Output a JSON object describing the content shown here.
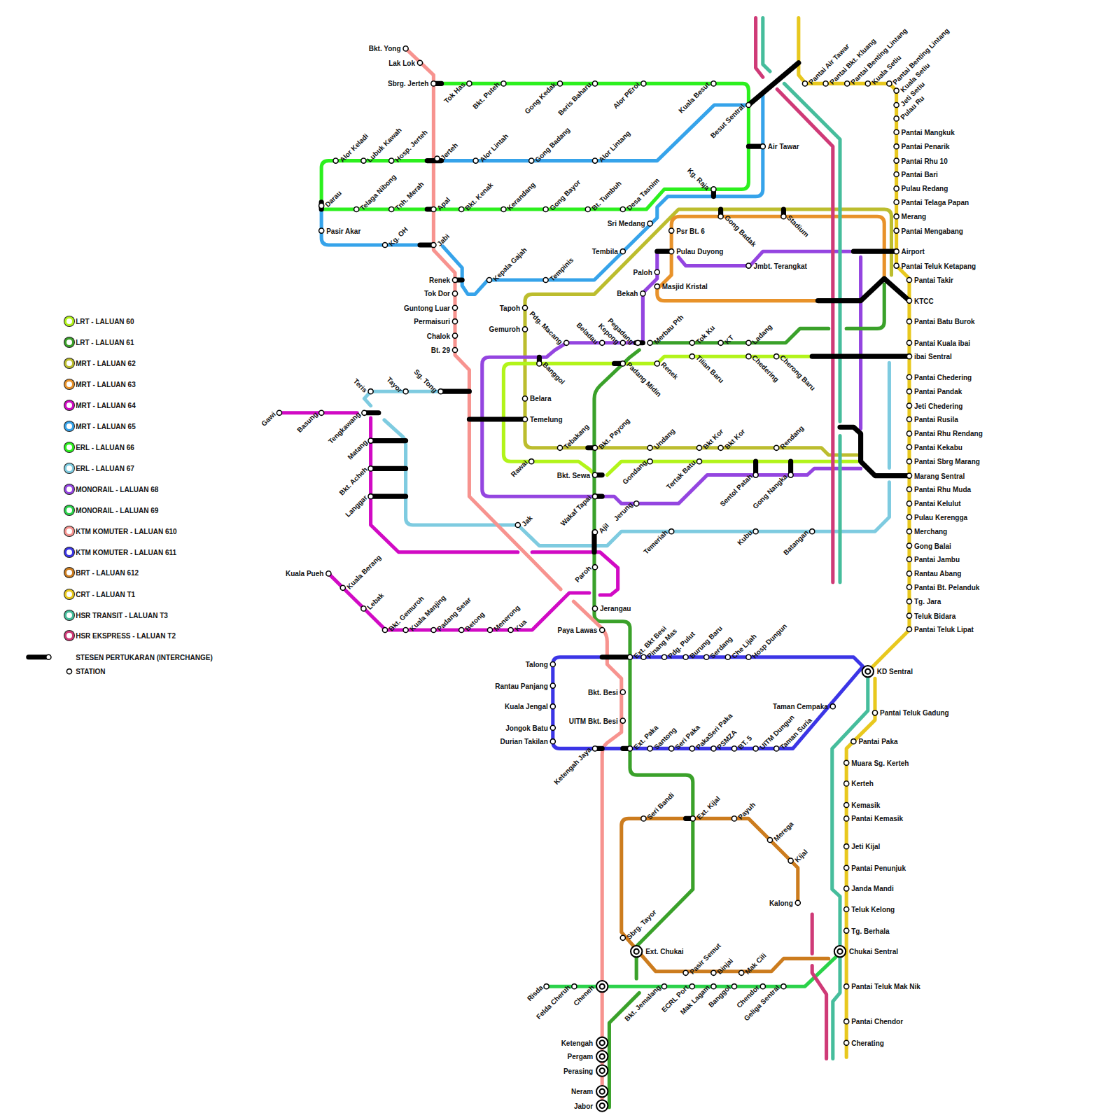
{
  "diagram": {
    "labels": [
      "Bkt. Yong",
      "Lak Lok",
      "Sbrg. Jerteh",
      "Tok Has",
      "Bkt. Puteh",
      "Gong Kedak",
      "Beris Baharu",
      "Alor PEroi",
      "Kuala Besut",
      "Besut Sentral",
      "Air Tawar",
      "Alor Keladi",
      "Lubuk Kawah",
      "Hosp. Jerteh",
      "Jerteh",
      "Alor Lintah",
      "Gong Badang",
      "Alor Lintang",
      "Kg. Raja",
      "Darau",
      "Telaga Nibong",
      "Tnh. Merah",
      "Apal",
      "Bkt. Kenak",
      "Kerandang",
      "Gong Bayor",
      "Bt. Tumbuh",
      "Desa Tasnim",
      "Pasir Akar",
      "Kg. OH",
      "Jabi",
      "Sri Medang",
      "Tembila",
      "Renek",
      "Kepala Gajah",
      "Tempinis",
      "Tok Dor",
      "Guntong Luar",
      "Permaisuri",
      "Chalok",
      "Bt. 29",
      "Tapoh",
      "Gemuroh",
      "Pdg. Macang",
      "Beladau",
      "Kepong",
      "Pegadang",
      "Banggol",
      "Psr Bt. 6",
      "Pulau Duyong",
      "Paloh",
      "Masjid Kristal",
      "Bekah",
      "Gong Badak",
      "Stadium",
      "Jmbt. Terangkat",
      "Merbau Pth",
      "Tok Ku",
      "KT",
      "Ladang",
      "Padang Midin",
      "Renek",
      "Tilian Baru",
      "Chedering",
      "Cherong Baru",
      "Belara",
      "Temelung",
      "Teris",
      "Tayor",
      "Sg. Tong",
      "Gawi",
      "Basung",
      "Tengkawang",
      "Matang",
      "Bkt. Acheh",
      "Langgar",
      "Tebakang",
      "Bkt. Payong",
      "Undang",
      "Bkt Kor",
      "Bkt Kor",
      "Rendang",
      "Rawai",
      "Bkt. Sewa",
      "Gondang",
      "Tertak Batu",
      "Sentol Patah",
      "Gong Nangka",
      "Wakaf Tapai",
      "Jerung",
      "Ajil",
      "Jak",
      "Temeriah",
      "Kubu",
      "Batangan",
      "Paroh",
      "Jerangau",
      "Kuala Pueh",
      "Kuala Berang",
      "Lebak",
      "Bkt. Gemuroh",
      "Kuala Manjing",
      "Padang Setar",
      "Betong",
      "Menerong",
      "Kua",
      "Paya Lawas",
      "Ext. Bkt Besi",
      "Pinang Mas",
      "Pdg. Pulut",
      "Burung Baru",
      "Serdang",
      "Che Lijah",
      "Hosp Dungun",
      "KD Sentral",
      "Talong",
      "Rantau Panjang",
      "Kuala Jengal",
      "Jongok Batu",
      "Durian Takilan",
      "Bkt. Besi",
      "UITM Bkt. Besi",
      "Taman Cempaka",
      "Pantai Teluk Gadung",
      "Ketengah Jaya",
      "Ext. Paka",
      "Santong",
      "Seri Paka",
      "PakaSeri Paka",
      "PSMZA",
      "BT. 5",
      "UITM Dungun",
      "Taman Suria",
      "Pantai Air Tawar",
      "Pantai Bkt. Kluang",
      "Pantai Benting Lintang",
      "Kuala Setiu",
      "Pantai Benting Lintang",
      "Kuala Setiu",
      "Jeti Setiu",
      "Pulau Ru",
      "Pantai Mangkuk",
      "Pantai Penarik",
      "Pantai Rhu 10",
      "Pantai Bari",
      "Pulau Redang",
      "Pantai Telaga Papan",
      "Merang",
      "Pantai Mengabang",
      "Airport",
      "Pantai Teluk Ketapang",
      "Pantai Takir",
      "KTCC",
      "Pantai Batu Burok",
      "Pantai Kuala ibai",
      "ibai Sentral",
      "Pantai Chedering",
      "Pantai Pandak",
      "Jeti Chedering",
      "Pantai Rusila",
      "Pantai Rhu Rendang",
      "Pantai Kekabu",
      "Pantai Sbrg Marang",
      "Marang Sentral",
      "Pantai Rhu Muda",
      "Pantai Kelulut",
      "Pulau Kerengga",
      "Merchang",
      "Gong Balai",
      "Pantai Jambu",
      "Rantau Abang",
      "Pantai Bt. Pelanduk",
      "Tg. Jara",
      "Teluk Bidara",
      "Pantai Teluk Lipat",
      "Pantai Paka",
      "Muara Sg. Kerteh",
      "Kerteh",
      "Kemasik",
      "Pantai Kemasik",
      "Jeti Kijal",
      "Pantai Penunjuk",
      "Janda Mandi",
      "Teluk Kelong",
      "Tg. Berhala",
      "Chukai Sentral",
      "Pantai Teluk Mak Nik",
      "Pantai Chendor",
      "Cherating",
      "Seri Bandi",
      "Ext. Kijal",
      "Payuh",
      "Merega",
      "Kijal",
      "Kalong",
      "Sbrg. Tayor",
      "Ext. Chukai",
      "Pasir Semut",
      "Binjai",
      "Mak Cili",
      "Risda",
      "Felda Cheruh",
      "Cheneh",
      "Bkt. Jemalang",
      "ECRL Port",
      "Mak Lagam",
      "Banggol",
      "Chendor",
      "Geliga Sentral",
      "Ketengah",
      "Pergam",
      "Perasing",
      "Neram",
      "Jabor"
    ],
    "legend": [
      {
        "text": "LRT - LALUAN 60",
        "color": "#b2f41a"
      },
      {
        "text": "LRT - LALUAN 61",
        "color": "#3aa12a"
      },
      {
        "text": "MRT - LALUAN 62",
        "color": "#bcbd2e"
      },
      {
        "text": "MRT - LALUAN 63",
        "color": "#e8922a"
      },
      {
        "text": "MRT - LALUAN 64",
        "color": "#d10ac4"
      },
      {
        "text": "MRT - LALUAN 65",
        "color": "#36a3ea"
      },
      {
        "text": "ERL - LALUAN 66",
        "color": "#2cf01e"
      },
      {
        "text": "ERL - LALUAN 67",
        "color": "#7ecbe0"
      },
      {
        "text": "MONORAIL - LALUAN 68",
        "color": "#9445e0"
      },
      {
        "text": "MONORAIL - LALUAN 69",
        "color": "#2bd24a"
      },
      {
        "text": "KTM KOMUTER - LALUAN 610",
        "color": "#f7938f"
      },
      {
        "text": "KTM KOMUTER - LALUAN 611",
        "color": "#3b35e6"
      },
      {
        "text": "BRT - LALUAN 612",
        "color": "#cc7c1e"
      },
      {
        "text": "CRT - LALUAN T1",
        "color": "#e8c81e"
      },
      {
        "text": "HSR TRANSIT - LALUAN T3",
        "color": "#46bd9c"
      },
      {
        "text": "HSR EKSPRESS - LALUAN T2",
        "color": "#cf3a77"
      },
      {
        "text": "STESEN PERTUKARAN (INTERCHANGE)"
      },
      {
        "text": "STATION"
      }
    ]
  }
}
